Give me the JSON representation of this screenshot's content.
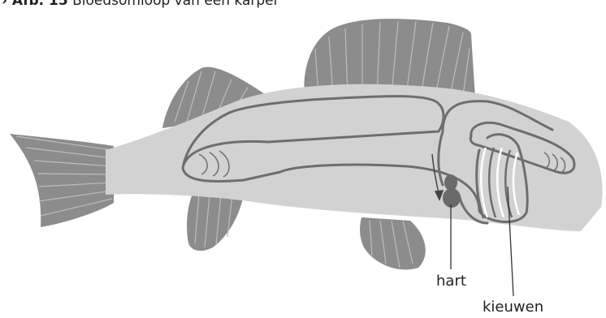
{
  "caption": {
    "figure_label": "› Afb. 15",
    "text": "Bloedsomloop van een karper"
  },
  "labels": {
    "heart": "hart",
    "gills": "kieuwen"
  },
  "colors": {
    "body": "#d2d2d2",
    "fins": "#8c8c8c",
    "lines": "#6e6e6e",
    "heart": "#6a6a6a"
  }
}
